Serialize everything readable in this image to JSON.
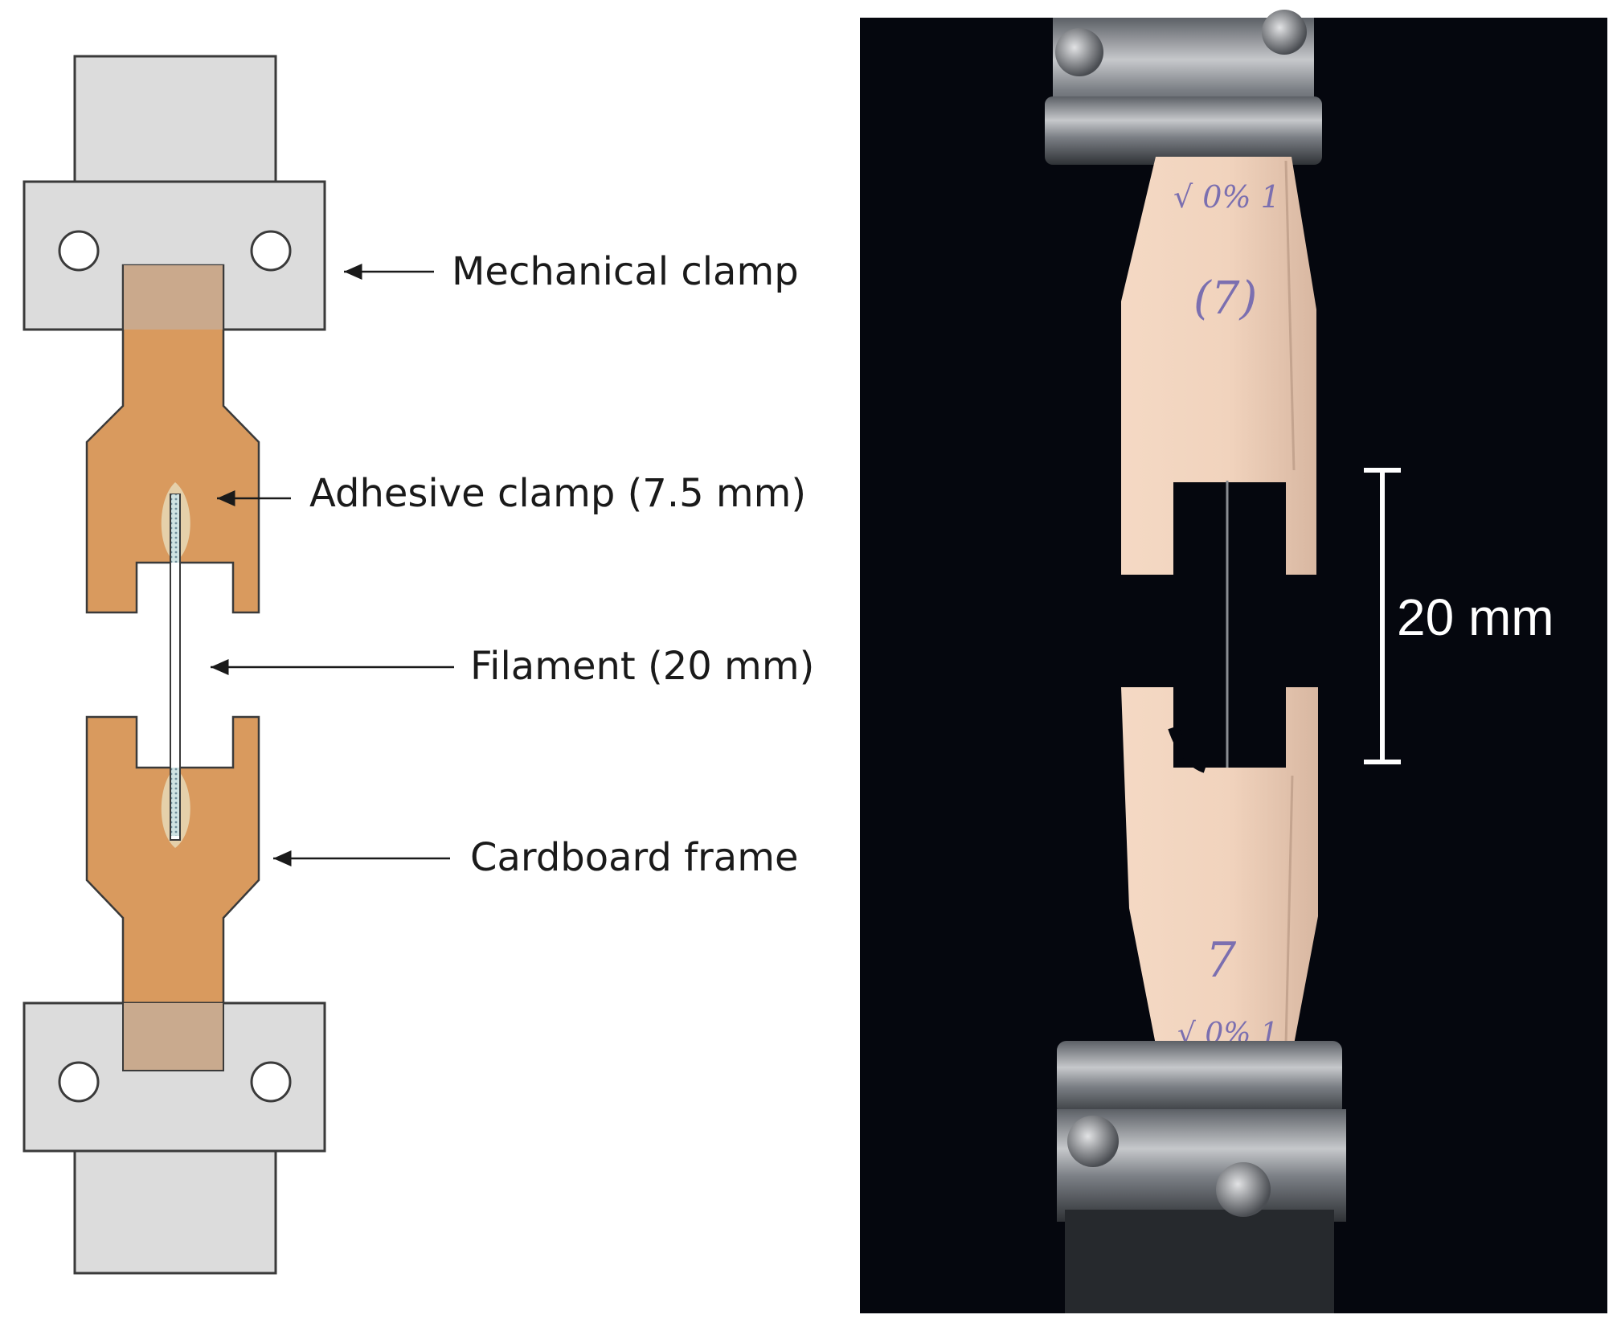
{
  "schematic": {
    "labels": {
      "mechanical_clamp": "Mechanical clamp",
      "adhesive_clamp": "Adhesive clamp (7.5 mm)",
      "filament": "Filament (20 mm)",
      "cardboard_frame": "Cardboard frame"
    },
    "colors": {
      "clamp_fill": "#dcdcdc",
      "clamp_stroke": "#3a3a3a",
      "cardboard": "#d99a5e",
      "clamp_overlap": "#c9aa8e",
      "adhesive": "#e6d6b3",
      "filament": "#ffffff"
    }
  },
  "photo": {
    "scale_bar_label": "20 mm",
    "sample_marks": {
      "top_code": "√ 0% 1",
      "top_number": "(7)",
      "bottom_number": "7",
      "bottom_code": "√ 0% 1"
    },
    "colors": {
      "background": "#05070e",
      "cardboard": "#f1d3bd",
      "metal": "#8e9196",
      "scale_bar": "#ffffff"
    }
  }
}
